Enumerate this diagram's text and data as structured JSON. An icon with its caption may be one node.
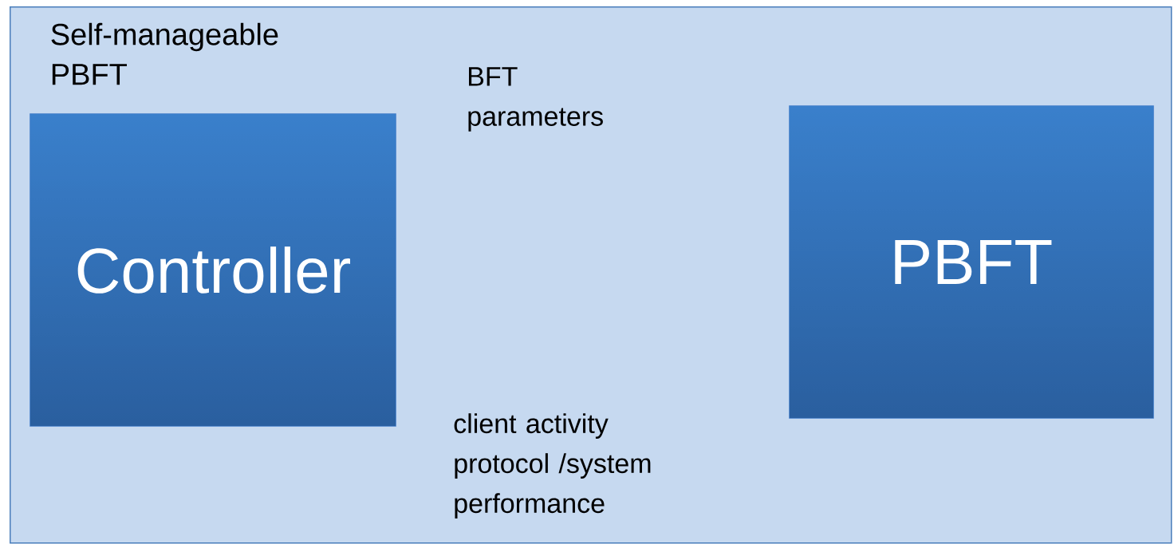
{
  "diagram": {
    "nodes": [
      {
        "text": [
          "Self-manageable PBFT"
        ]
      },
      {
        "text": [
          "Controller"
        ],
        "in": 0
      },
      {
        "text": [
          "PBFT"
        ],
        "in": 0
      }
    ],
    "labels": [
      "BFT parameters",
      "client activity protocol /system performance"
    ]
  }
}
